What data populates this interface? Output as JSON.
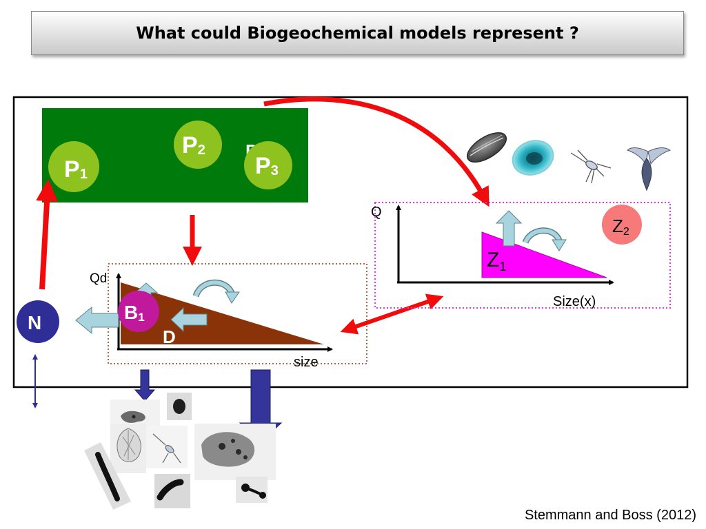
{
  "title": "What could Biogeochemical models represent ?",
  "nodes": {
    "p1": {
      "main": "P",
      "sub": "1"
    },
    "p2": {
      "main": "P",
      "sub": "2"
    },
    "p3": {
      "main": "P",
      "sub": "3"
    },
    "n": "N",
    "b1": {
      "main": "B",
      "sub": "1"
    },
    "d": "D",
    "z1": {
      "main": "Z",
      "sub": "1"
    },
    "z2": {
      "main": "Z",
      "sub": "2"
    }
  },
  "axes": {
    "detritus": {
      "y": "Qd",
      "x": "size"
    },
    "zooplankton": {
      "y": "Q",
      "x": "Size(x)"
    }
  },
  "citation": "Stemmann and Boss (2012)",
  "colors": {
    "phyto_box": "#007a0a",
    "phyto_circle": "#8ec21f",
    "nutrient": "#2e2e96",
    "bacteria": "#c0199b",
    "detritus": "#8a3308",
    "zoo_triangle": "#ff00ff",
    "z2_circle": "#f77a7a",
    "flow_arrow": "#f00c0c",
    "light_arrow": "#a8d4e0",
    "sink_arrow": "#34349a"
  }
}
